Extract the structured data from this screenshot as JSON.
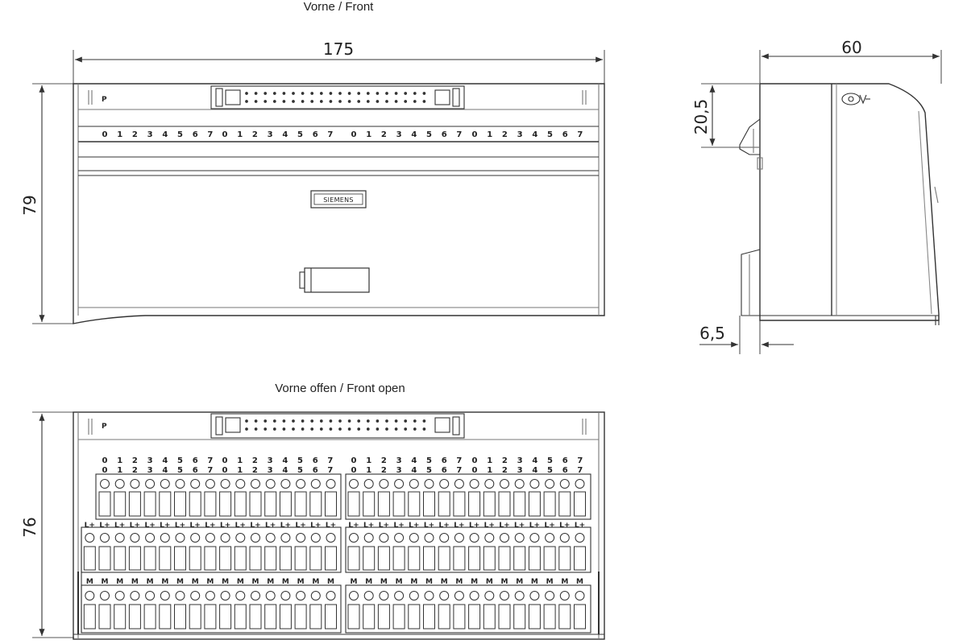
{
  "titles": {
    "front": "Vorne / Front",
    "front_open": "Vorne offen / Front open"
  },
  "dimensions": {
    "width_175": "175",
    "height_79": "79",
    "depth_60": "60",
    "offset_20_5": "20,5",
    "offset_6_5": "6,5",
    "height_76": "76"
  },
  "labels": {
    "panel_p": "P",
    "brand": "SIEMENS",
    "terminal_l_plus": "L+",
    "terminal_m": "M"
  },
  "channel_digits": [
    "0",
    "1",
    "2",
    "3",
    "4",
    "5",
    "6",
    "7"
  ],
  "colors": {
    "line": "#333333",
    "light_line": "#888888"
  }
}
